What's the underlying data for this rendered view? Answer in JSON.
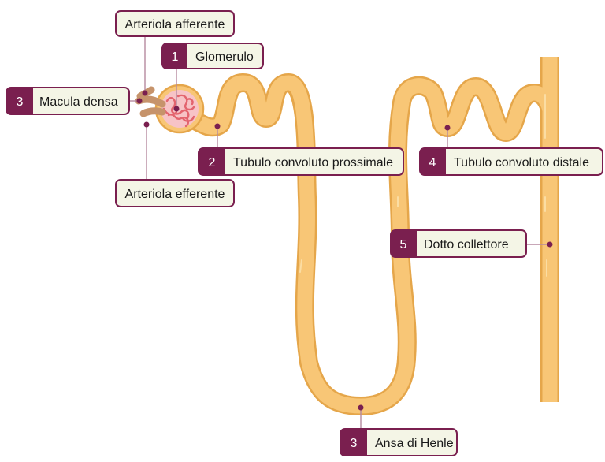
{
  "colors": {
    "tube_fill": "#f8c676",
    "tube_stroke": "#e5a64a",
    "tube_highlight": "#fbdda3",
    "glomerulus_fill": "#f7c3c6",
    "glomerulus_capillary": "#e3646e",
    "arteriole": "#c6936b",
    "label_accent": "#7a1f4f",
    "label_bg": "#f4f5e6",
    "pointer_line": "#b58aa0"
  },
  "labels": {
    "arteriola_afferente": {
      "text": "Arteriola afferente"
    },
    "glomerulo": {
      "number": "1",
      "text": "Glomerulo"
    },
    "macula_densa": {
      "number": "3",
      "text": "Macula densa"
    },
    "tubulo_prossimale": {
      "number": "2",
      "text": "Tubulo convoluto prossimale"
    },
    "arteriola_efferente": {
      "text": "Arteriola efferente"
    },
    "tubulo_distale": {
      "number": "4",
      "text": "Tubulo convoluto distale"
    },
    "dotto_collettore": {
      "number": "5",
      "text": "Dotto collettore"
    },
    "ansa_henle": {
      "number": "3",
      "text": "Ansa di Henle"
    }
  }
}
